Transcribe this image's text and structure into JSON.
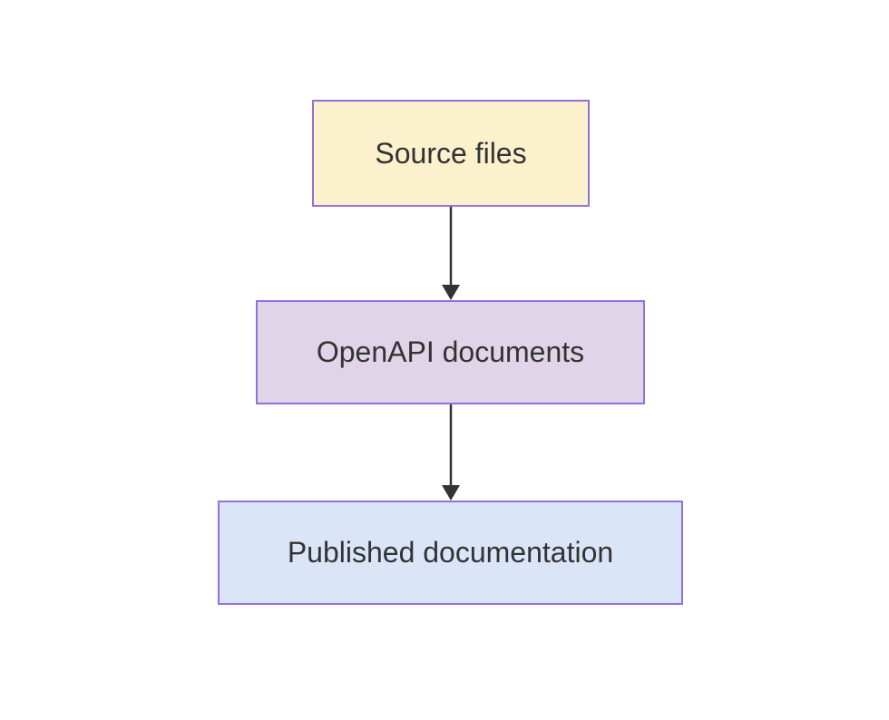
{
  "diagram": {
    "type": "flowchart",
    "direction": "top-down",
    "nodes": [
      {
        "label": "Source files",
        "fill": "#fbf1cd",
        "stroke": "#9370db"
      },
      {
        "label": "OpenAPI documents",
        "fill": "#e0d4e8",
        "stroke": "#9370db"
      },
      {
        "label": "Published documentation",
        "fill": "#dbe5f8",
        "stroke": "#9370db"
      }
    ],
    "edges": [
      {
        "from": "Source files",
        "to": "OpenAPI documents"
      },
      {
        "from": "OpenAPI documents",
        "to": "Published documentation"
      }
    ],
    "colors": {
      "background": "#ffffff",
      "node_border": "#9370db",
      "edge": "#333333",
      "text": "#333333"
    }
  }
}
